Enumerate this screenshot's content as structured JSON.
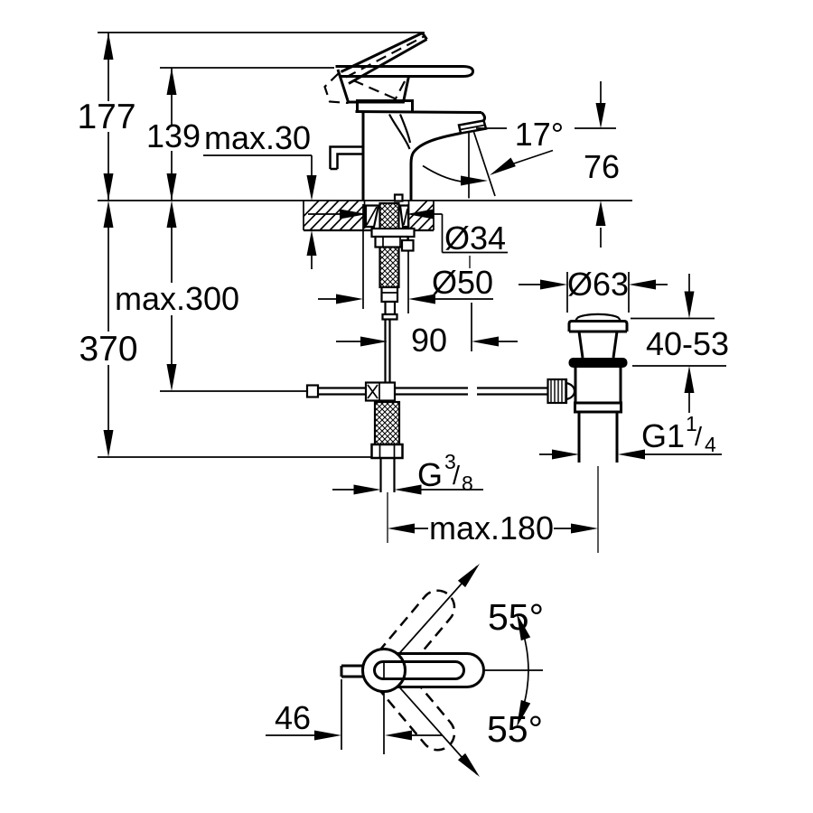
{
  "drawing": {
    "front_view": {
      "height_total": "177",
      "height_to_lever": "139",
      "deck_thickness_max": "max.30",
      "spray_angle": "17°",
      "spout_outlet_height": "76",
      "mounting_hole_diameter": "Ø34",
      "base_diameter": "Ø50",
      "hose_length_max": "max.300",
      "pull_rod_length": "370",
      "spout_reach": "90",
      "supply_thread": {
        "base": "G",
        "numerator": "3",
        "slash": "/",
        "denominator": "8"
      },
      "centers_distance_max": "max.180"
    },
    "waste_view": {
      "flange_diameter": "Ø63",
      "clamping_range": "40-53",
      "waste_thread": {
        "base": "G1",
        "numerator": "1",
        "slash": "/",
        "denominator": "4"
      }
    },
    "top_view": {
      "swivel_angle_up": "55°",
      "swivel_angle_down": "55°",
      "lever_front_offset": "46"
    },
    "colors": {
      "line": "#000000",
      "background": "#ffffff"
    }
  }
}
